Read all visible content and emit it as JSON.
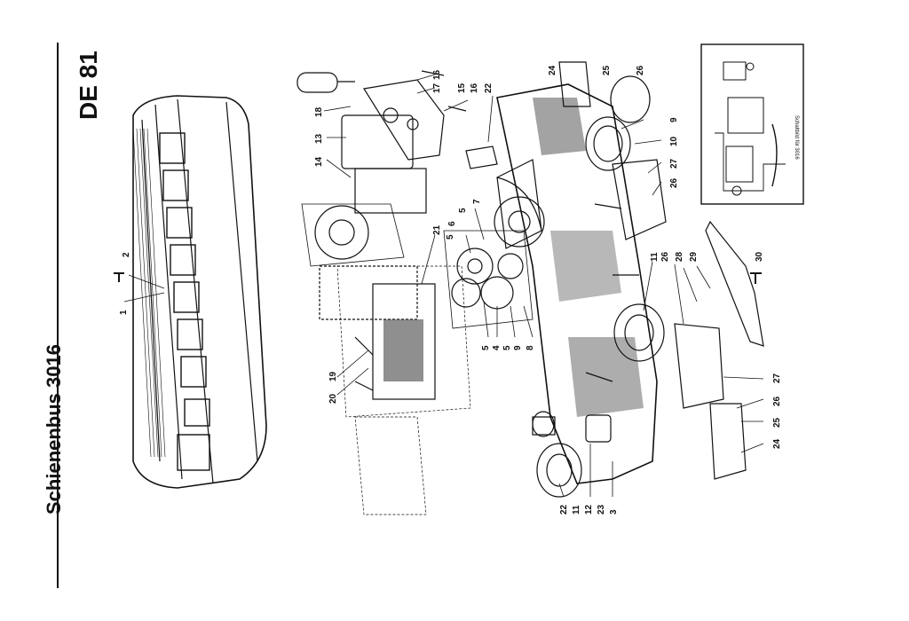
{
  "page": {
    "title": "Schienenbus 3016",
    "model_code": "DE 81"
  },
  "inset": {
    "caption": "Schaltbild für 3016"
  },
  "labels": {
    "l1": "1",
    "l2": "2",
    "l3": "3",
    "l4": "4",
    "l5a": "5",
    "l5b": "5",
    "l5c": "5",
    "l5d": "5",
    "l6": "6",
    "l7": "7",
    "l8": "8",
    "l9a": "9",
    "l9b": "9",
    "l10": "10",
    "l11a": "11",
    "l11b": "11",
    "l12": "12",
    "l13": "13",
    "l14": "14",
    "l15": "15",
    "l16a": "16",
    "l16b": "16",
    "l17": "17",
    "l18": "18",
    "l19": "19",
    "l20": "20",
    "l21": "21",
    "l22a": "22",
    "l22b": "22",
    "l23": "23",
    "l24a": "24",
    "l24b": "24",
    "l25a": "25",
    "l25b": "25",
    "l26a": "26",
    "l26b": "26",
    "l26c": "26",
    "l26d": "26",
    "l27a": "27",
    "l27b": "27",
    "l28": "28",
    "l29": "29",
    "l30": "30"
  }
}
